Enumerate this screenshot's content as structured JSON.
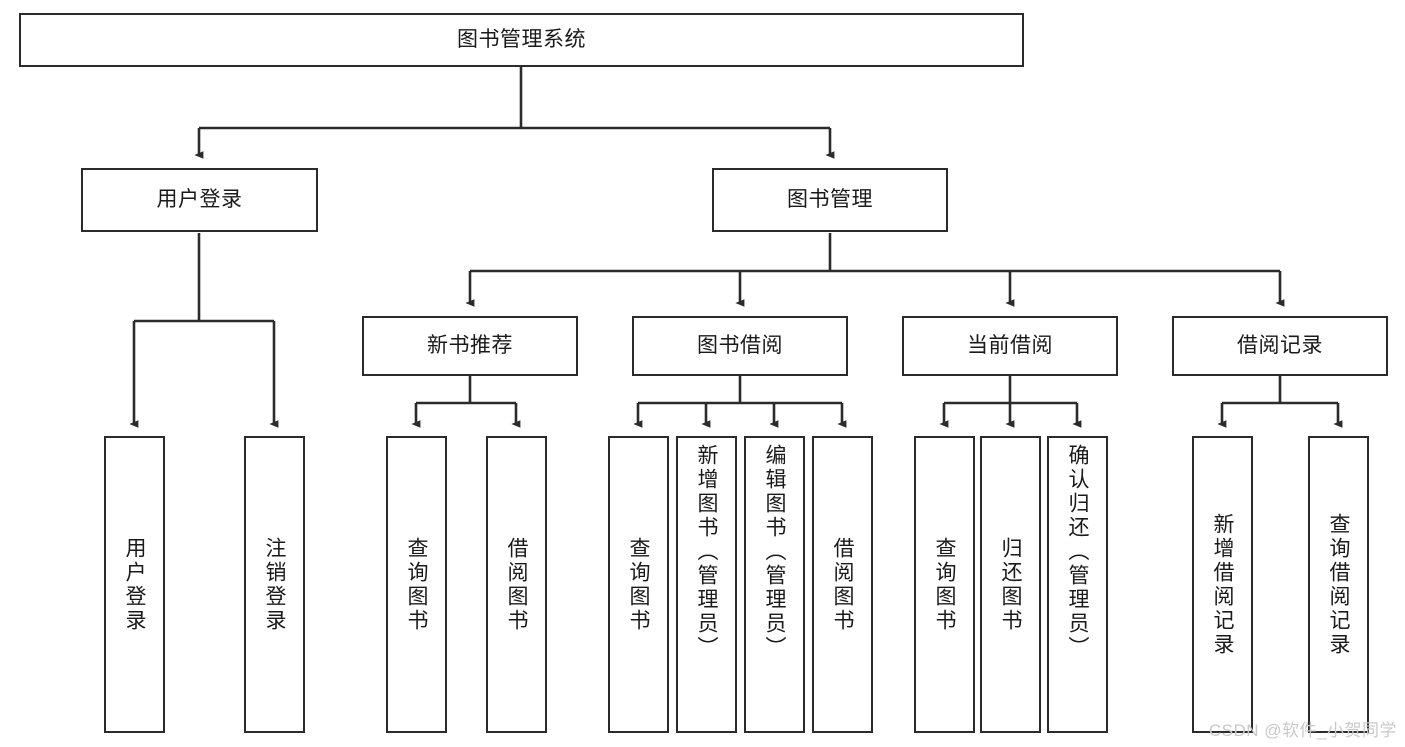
{
  "diagram": {
    "type": "tree",
    "title": "图书管理系统",
    "orientation": "top-down",
    "style": {
      "background": "#ffffff",
      "node_fill": "#ffffff",
      "node_stroke": "#2b2b2b",
      "edge_color": "#2b2b2b",
      "text_color": "#1a1a1a",
      "watermark_color": "#c9c9c9"
    }
  },
  "root": {
    "label": "图书管理系统"
  },
  "level2": [
    {
      "label": "用户登录"
    },
    {
      "label": "图书管理"
    }
  ],
  "level3": [
    {
      "label": "新书推荐"
    },
    {
      "label": "图书借阅"
    },
    {
      "label": "当前借阅"
    },
    {
      "label": "借阅记录"
    }
  ],
  "leaves": {
    "user_login": [
      {
        "label": "用户登录"
      },
      {
        "label": "注销登录"
      }
    ],
    "new_book": [
      {
        "label": "查询图书"
      },
      {
        "label": "借阅图书"
      }
    ],
    "book_borrow": [
      {
        "label": "查询图书"
      },
      {
        "label": "新增图书（管理员）"
      },
      {
        "label": "编辑图书（管理员）"
      },
      {
        "label": "借阅图书"
      }
    ],
    "current_borrow": [
      {
        "label": "查询图书"
      },
      {
        "label": "归还图书"
      },
      {
        "label": "确认归还（管理员）"
      }
    ],
    "borrow_record": [
      {
        "label": "新增借阅记录"
      },
      {
        "label": "查询借阅记录"
      }
    ]
  },
  "watermark": {
    "text": "CSDN @软件_小贺同学"
  }
}
